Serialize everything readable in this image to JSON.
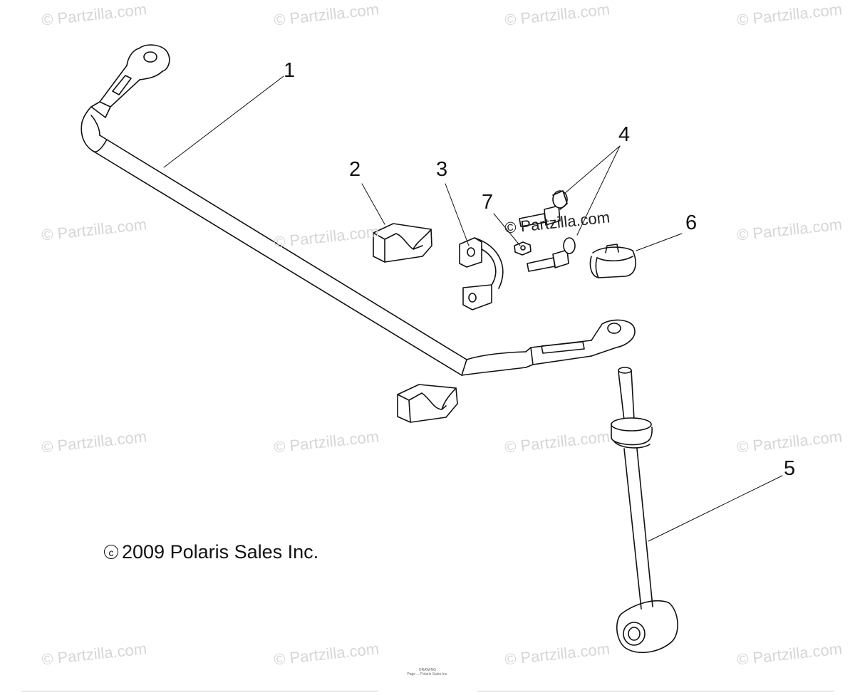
{
  "watermark": "© Partzilla.com",
  "center_watermark": "© Partzilla.com",
  "callouts": {
    "c1": "1",
    "c2": "2",
    "c3": "3",
    "c4": "4",
    "c5": "5",
    "c6": "6",
    "c7": "7"
  },
  "copyright": "2009 Polaris Sales Inc.",
  "footer": {
    "line1": "DRAWING",
    "line2": "Page ... Polaris Sales Inc."
  },
  "colors": {
    "line": "#111111",
    "watermark": "#d6d6d6",
    "background": "#ffffff"
  }
}
